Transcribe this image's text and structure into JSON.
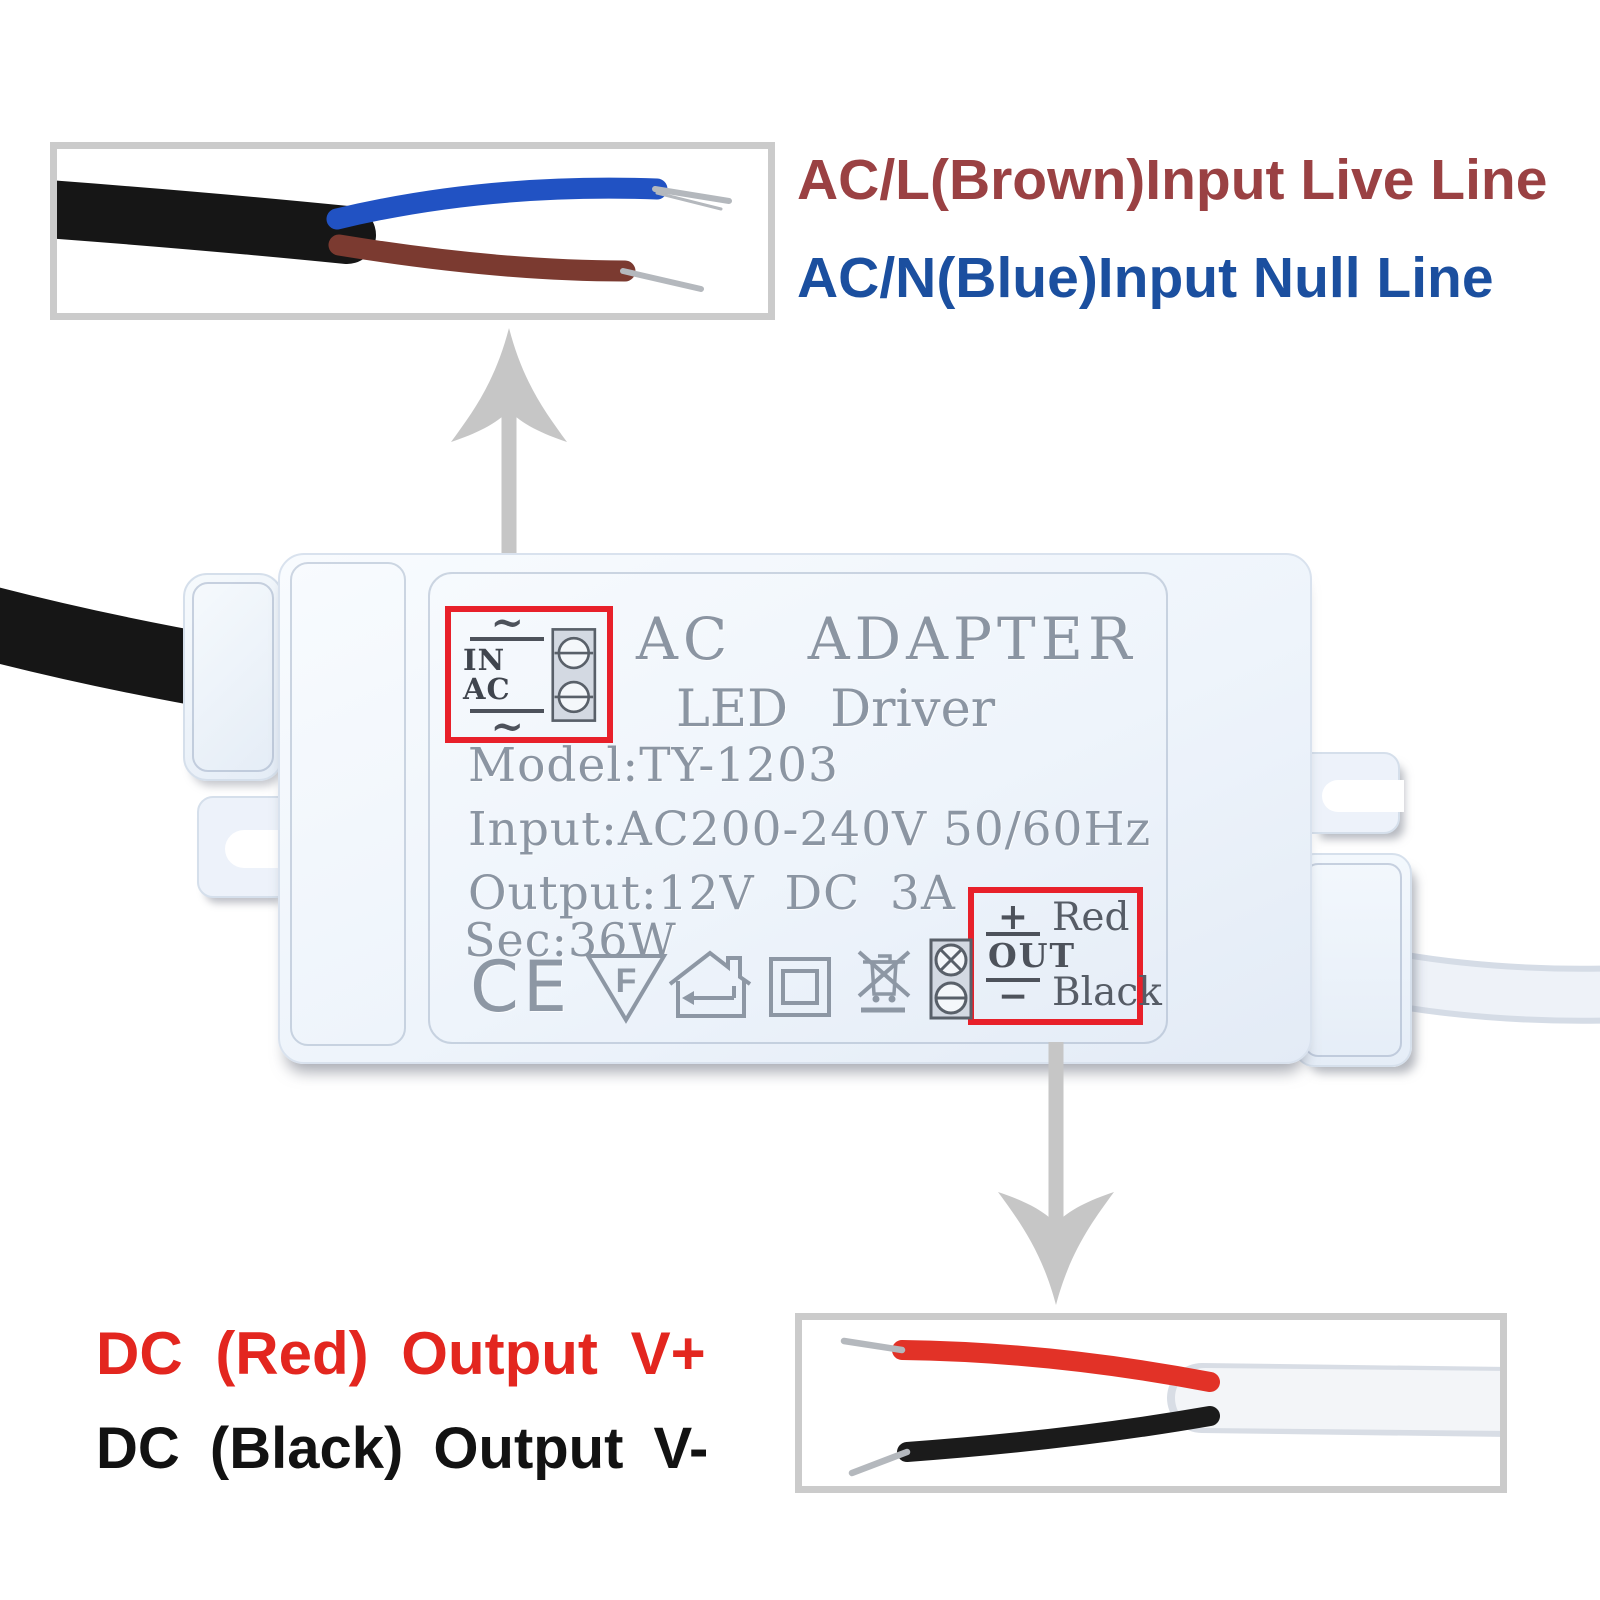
{
  "annotations": {
    "ac_live_line": {
      "text": "AC/L(Brown)Input Live Line",
      "color": "#9a4143"
    },
    "ac_null_line": {
      "text": "AC/N(Blue)Input Null Line",
      "color": "#1b4f9f"
    },
    "dc_red_line": {
      "text": "DC (Red) Output V+",
      "color": "#e3261f"
    },
    "dc_black_line": {
      "text": "DC (Black) Output V-",
      "color": "#121212"
    }
  },
  "device": {
    "title": "AC ADAPTER",
    "subtitle": "LED Driver",
    "model_line": "Model:TY-1203",
    "input_line": "Input:AC200-240V 50/60Hz",
    "output_line": "Output:12V DC 3A",
    "sec_line": "Sec:36W",
    "accent_red": "#e8202a",
    "in_ac": {
      "tilde": "~",
      "label": "IN AC"
    },
    "out_box": {
      "plus": "+",
      "plus_label": "Red",
      "out": "OUT",
      "minus": "−",
      "minus_label": "Black"
    },
    "marks": {
      "ce": "CE",
      "f": "F"
    }
  },
  "arrows": {
    "color": "#c6c6c6"
  },
  "cables": {
    "ac_jacket": "#161616",
    "dc_jacket_outer": "#d5dce6",
    "dc_jacket_inner": "#eef2f8"
  },
  "insets": {
    "ac_wires": {
      "jacket_color": "#161616",
      "live_wire_color": "#7b3a30",
      "null_wire_color": "#2152c3",
      "tip_color": "#b4b8bd"
    },
    "dc_wires": {
      "jacket_outer": "#d8dde5",
      "jacket_inner": "#f3f5f8",
      "plus_wire_color": "#e23227",
      "minus_wire_color": "#1b1b1b",
      "tip_color": "#b4b8bd"
    }
  }
}
